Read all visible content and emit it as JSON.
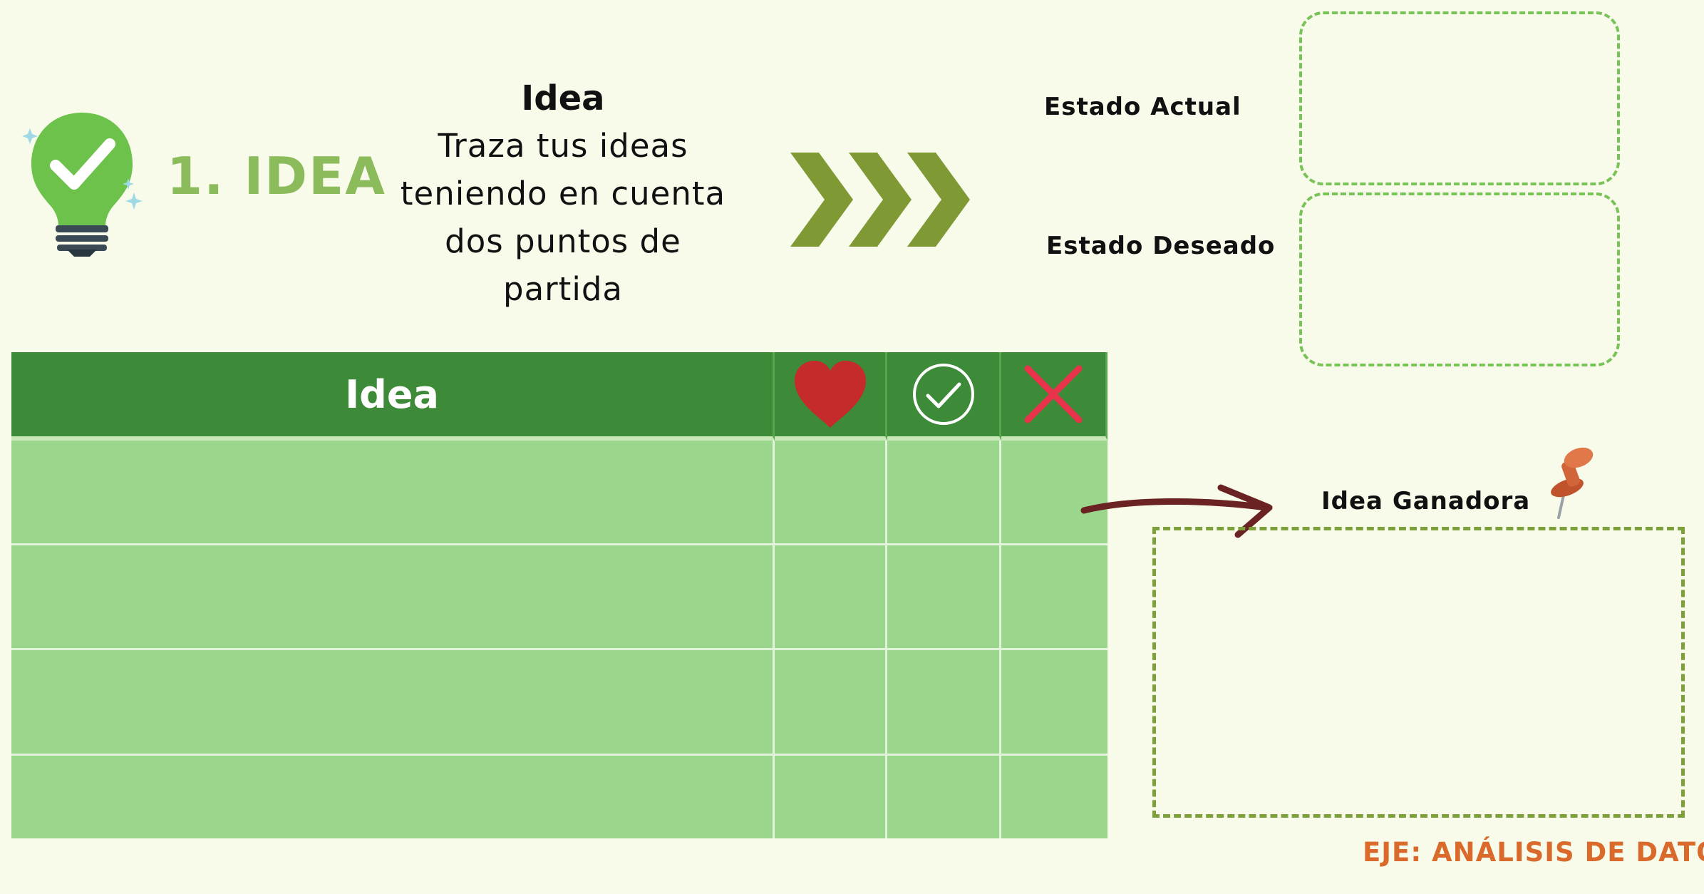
{
  "step": {
    "title": "1. IDEA"
  },
  "intro": {
    "heading": "Idea",
    "lines": [
      "Traza tus ideas",
      "teniendo en cuenta",
      "dos puntos de",
      "partida"
    ]
  },
  "states": {
    "current_label": "Estado Actual",
    "desired_label": "Estado Deseado"
  },
  "table": {
    "header_label": "Idea",
    "header_icons": [
      "heart-icon",
      "check-circle-icon",
      "x-mark-icon"
    ],
    "rows": [
      [
        "",
        "",
        "",
        ""
      ],
      [
        "",
        "",
        "",
        ""
      ],
      [
        "",
        "",
        "",
        ""
      ],
      [
        "",
        "",
        "",
        ""
      ]
    ]
  },
  "winner": {
    "label": "Idea Ganadora"
  },
  "footer": {
    "text": "EJE: ANÁLISIS DE DATOS"
  },
  "colors": {
    "background": "#f8fbea",
    "accent_green": "#8cbb5b",
    "header_green": "#3d8a38",
    "row_green": "#9ad68c",
    "chevron_olive": "#7f9a34",
    "footer_orange": "#d96a2b",
    "heart_red": "#c62b2b",
    "x_red": "#e8334a"
  }
}
